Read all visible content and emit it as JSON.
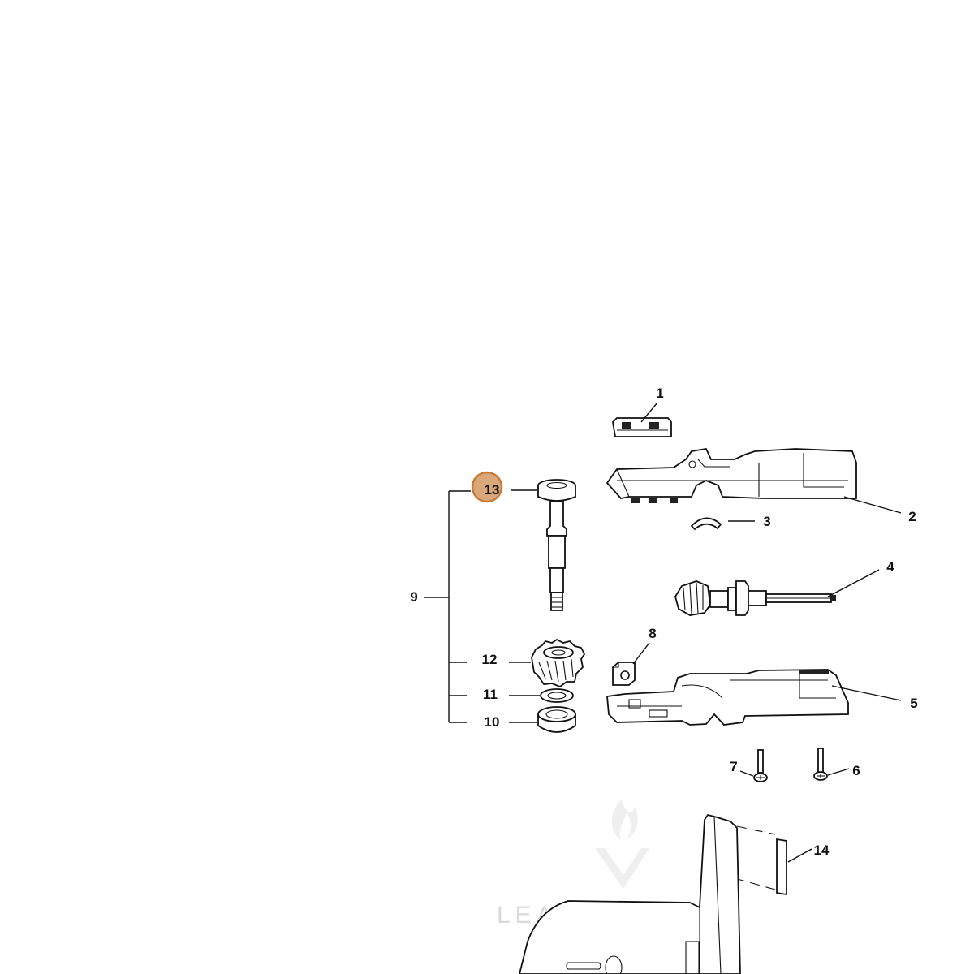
{
  "diagram": {
    "callouts": [
      {
        "id": "1",
        "label": "1"
      },
      {
        "id": "2",
        "label": "2"
      },
      {
        "id": "3",
        "label": "3"
      },
      {
        "id": "4",
        "label": "4"
      },
      {
        "id": "5",
        "label": "5"
      },
      {
        "id": "6",
        "label": "6"
      },
      {
        "id": "7",
        "label": "7"
      },
      {
        "id": "8",
        "label": "8"
      },
      {
        "id": "9",
        "label": "9"
      },
      {
        "id": "10",
        "label": "10"
      },
      {
        "id": "11",
        "label": "11"
      },
      {
        "id": "12",
        "label": "12"
      },
      {
        "id": "13",
        "label": "13",
        "highlighted": true
      },
      {
        "id": "14",
        "label": "14"
      }
    ],
    "highlight_color": "#d9a77a",
    "highlight_border": "#c97a38"
  },
  "watermark": {
    "text": "LEADVENTURE",
    "logo": "flame-v-logo"
  }
}
